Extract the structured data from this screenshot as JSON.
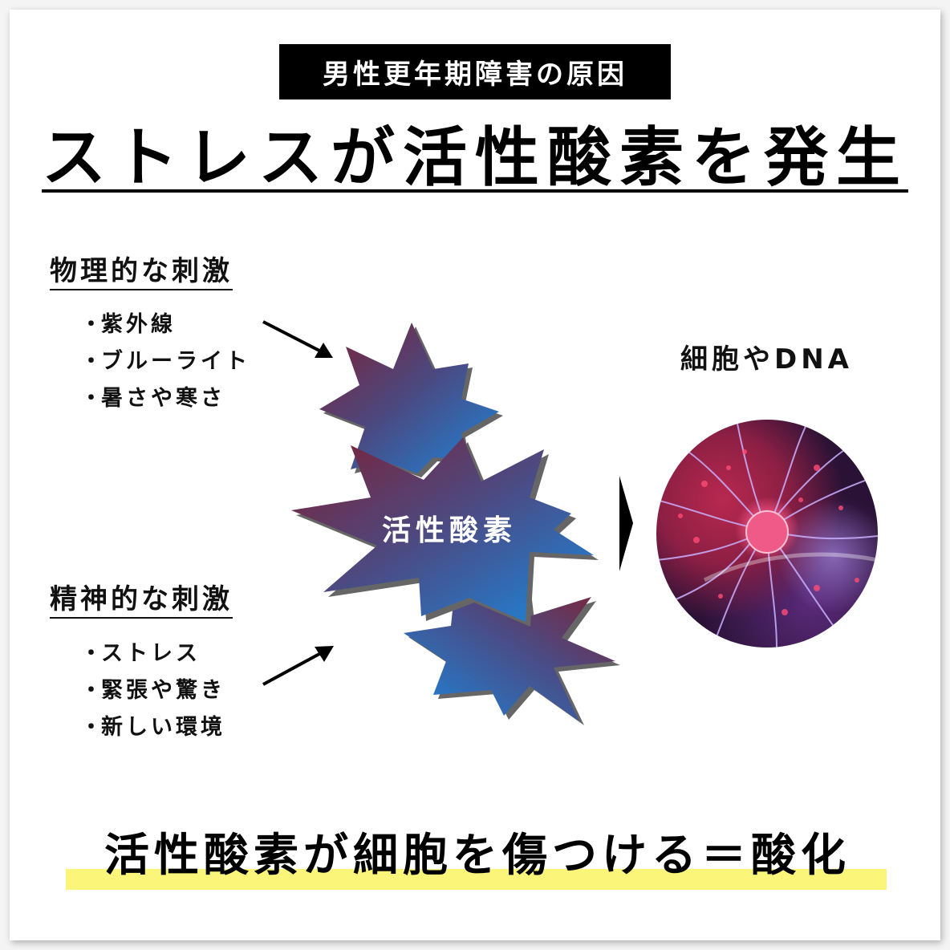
{
  "badge": {
    "label": "男性更年期障害の原因"
  },
  "headline": {
    "text": "ストレスが活性酸素を発生"
  },
  "physical": {
    "title": "物理的な刺激",
    "items": [
      "紫外線",
      "ブルーライト",
      "暑さや寒さ"
    ]
  },
  "mental": {
    "title": "精神的な刺激",
    "items": [
      "ストレス",
      "緊張や驚き",
      "新しい環境"
    ]
  },
  "center": {
    "label": "活性酸素"
  },
  "target": {
    "label": "細胞やDNA",
    "image": "plasma-cell-image"
  },
  "conclusion": {
    "text": "活性酸素が細胞を傷つける＝酸化"
  },
  "bullet": "・",
  "colors": {
    "star_red": "#7a2438",
    "star_blue": "#1f82d6",
    "shadow": "#666666",
    "highlight": "#fbf67a",
    "badge_bg": "#000000"
  }
}
